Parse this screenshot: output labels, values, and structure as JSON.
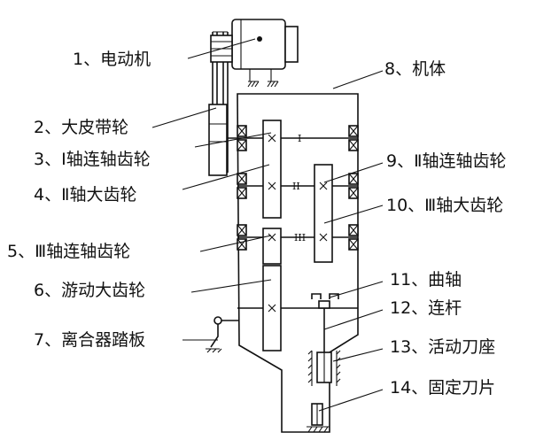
{
  "labels": {
    "l1": "1、电动机",
    "l2": "2、大皮带轮",
    "l3": "3、Ⅰ轴连轴齿轮",
    "l4": "4、Ⅱ轴大齿轮",
    "l5": "5、Ⅲ轴连轴齿轮",
    "l6": "6、游动大齿轮",
    "l7": "7、离合器踏板",
    "l8": "8、机体",
    "l9": "9、Ⅱ轴连轴齿轮",
    "l10": "10、Ⅲ轴大齿轮",
    "l11": "11、曲轴",
    "l12": "12、连杆",
    "l13": "13、活动刀座",
    "l14": "14、固定刀片"
  },
  "shaft_marks": {
    "s1": "I",
    "s2": "II",
    "s3": "III"
  }
}
